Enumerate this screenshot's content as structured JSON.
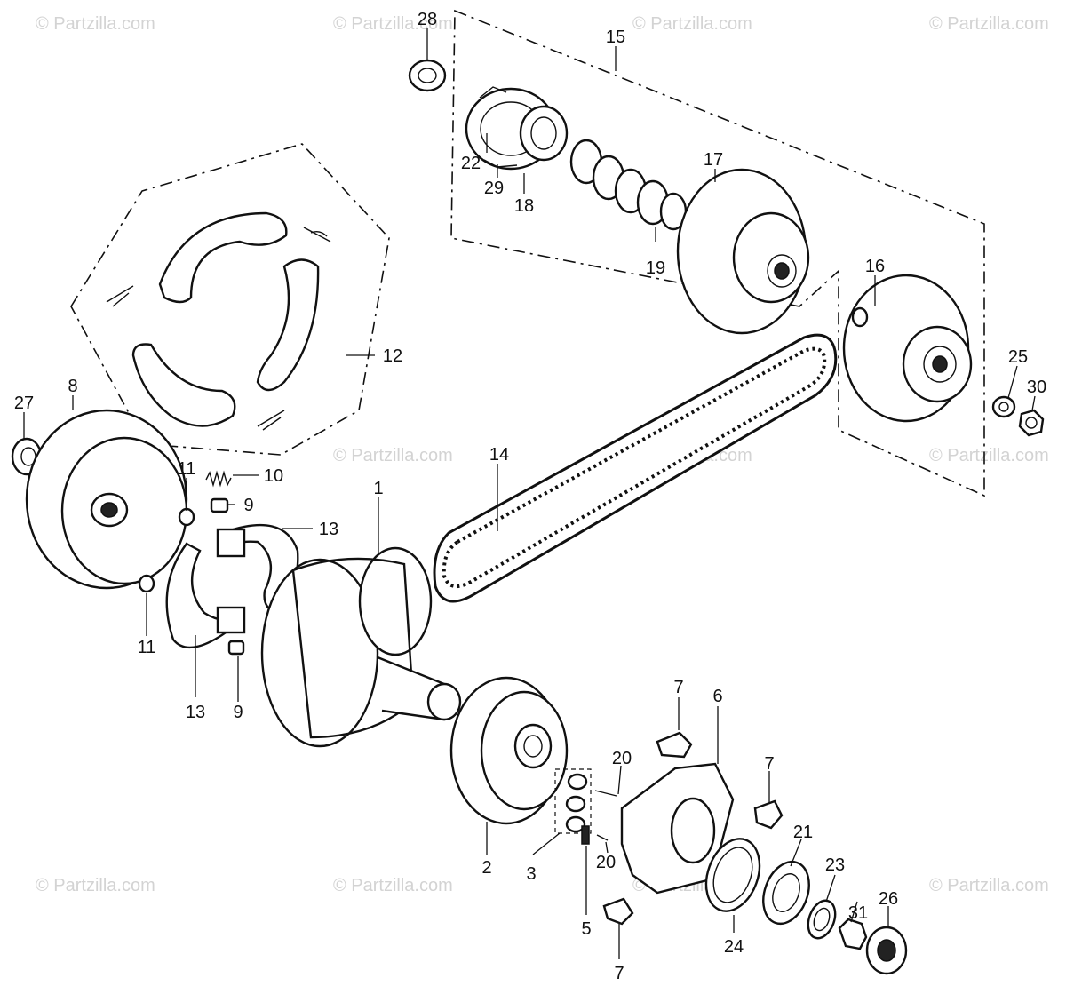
{
  "watermark": "© Partzilla.com",
  "callouts": {
    "c1": "1",
    "c2": "2",
    "c3": "3",
    "c5": "5",
    "c6": "6",
    "c7a": "7",
    "c7b": "7",
    "c7c": "7",
    "c8": "8",
    "c9a": "9",
    "c9b": "9",
    "c10": "10",
    "c11a": "11",
    "c11b": "11",
    "c12": "12",
    "c13a": "13",
    "c13b": "13",
    "c14": "14",
    "c15": "15",
    "c16": "16",
    "c17": "17",
    "c18": "18",
    "c19": "19",
    "c20a": "20",
    "c20b": "20",
    "c21": "21",
    "c22": "22",
    "c23": "23",
    "c24": "24",
    "c25": "25",
    "c26": "26",
    "c27": "27",
    "c28": "28",
    "c29": "29",
    "c30": "30",
    "c31": "31"
  }
}
